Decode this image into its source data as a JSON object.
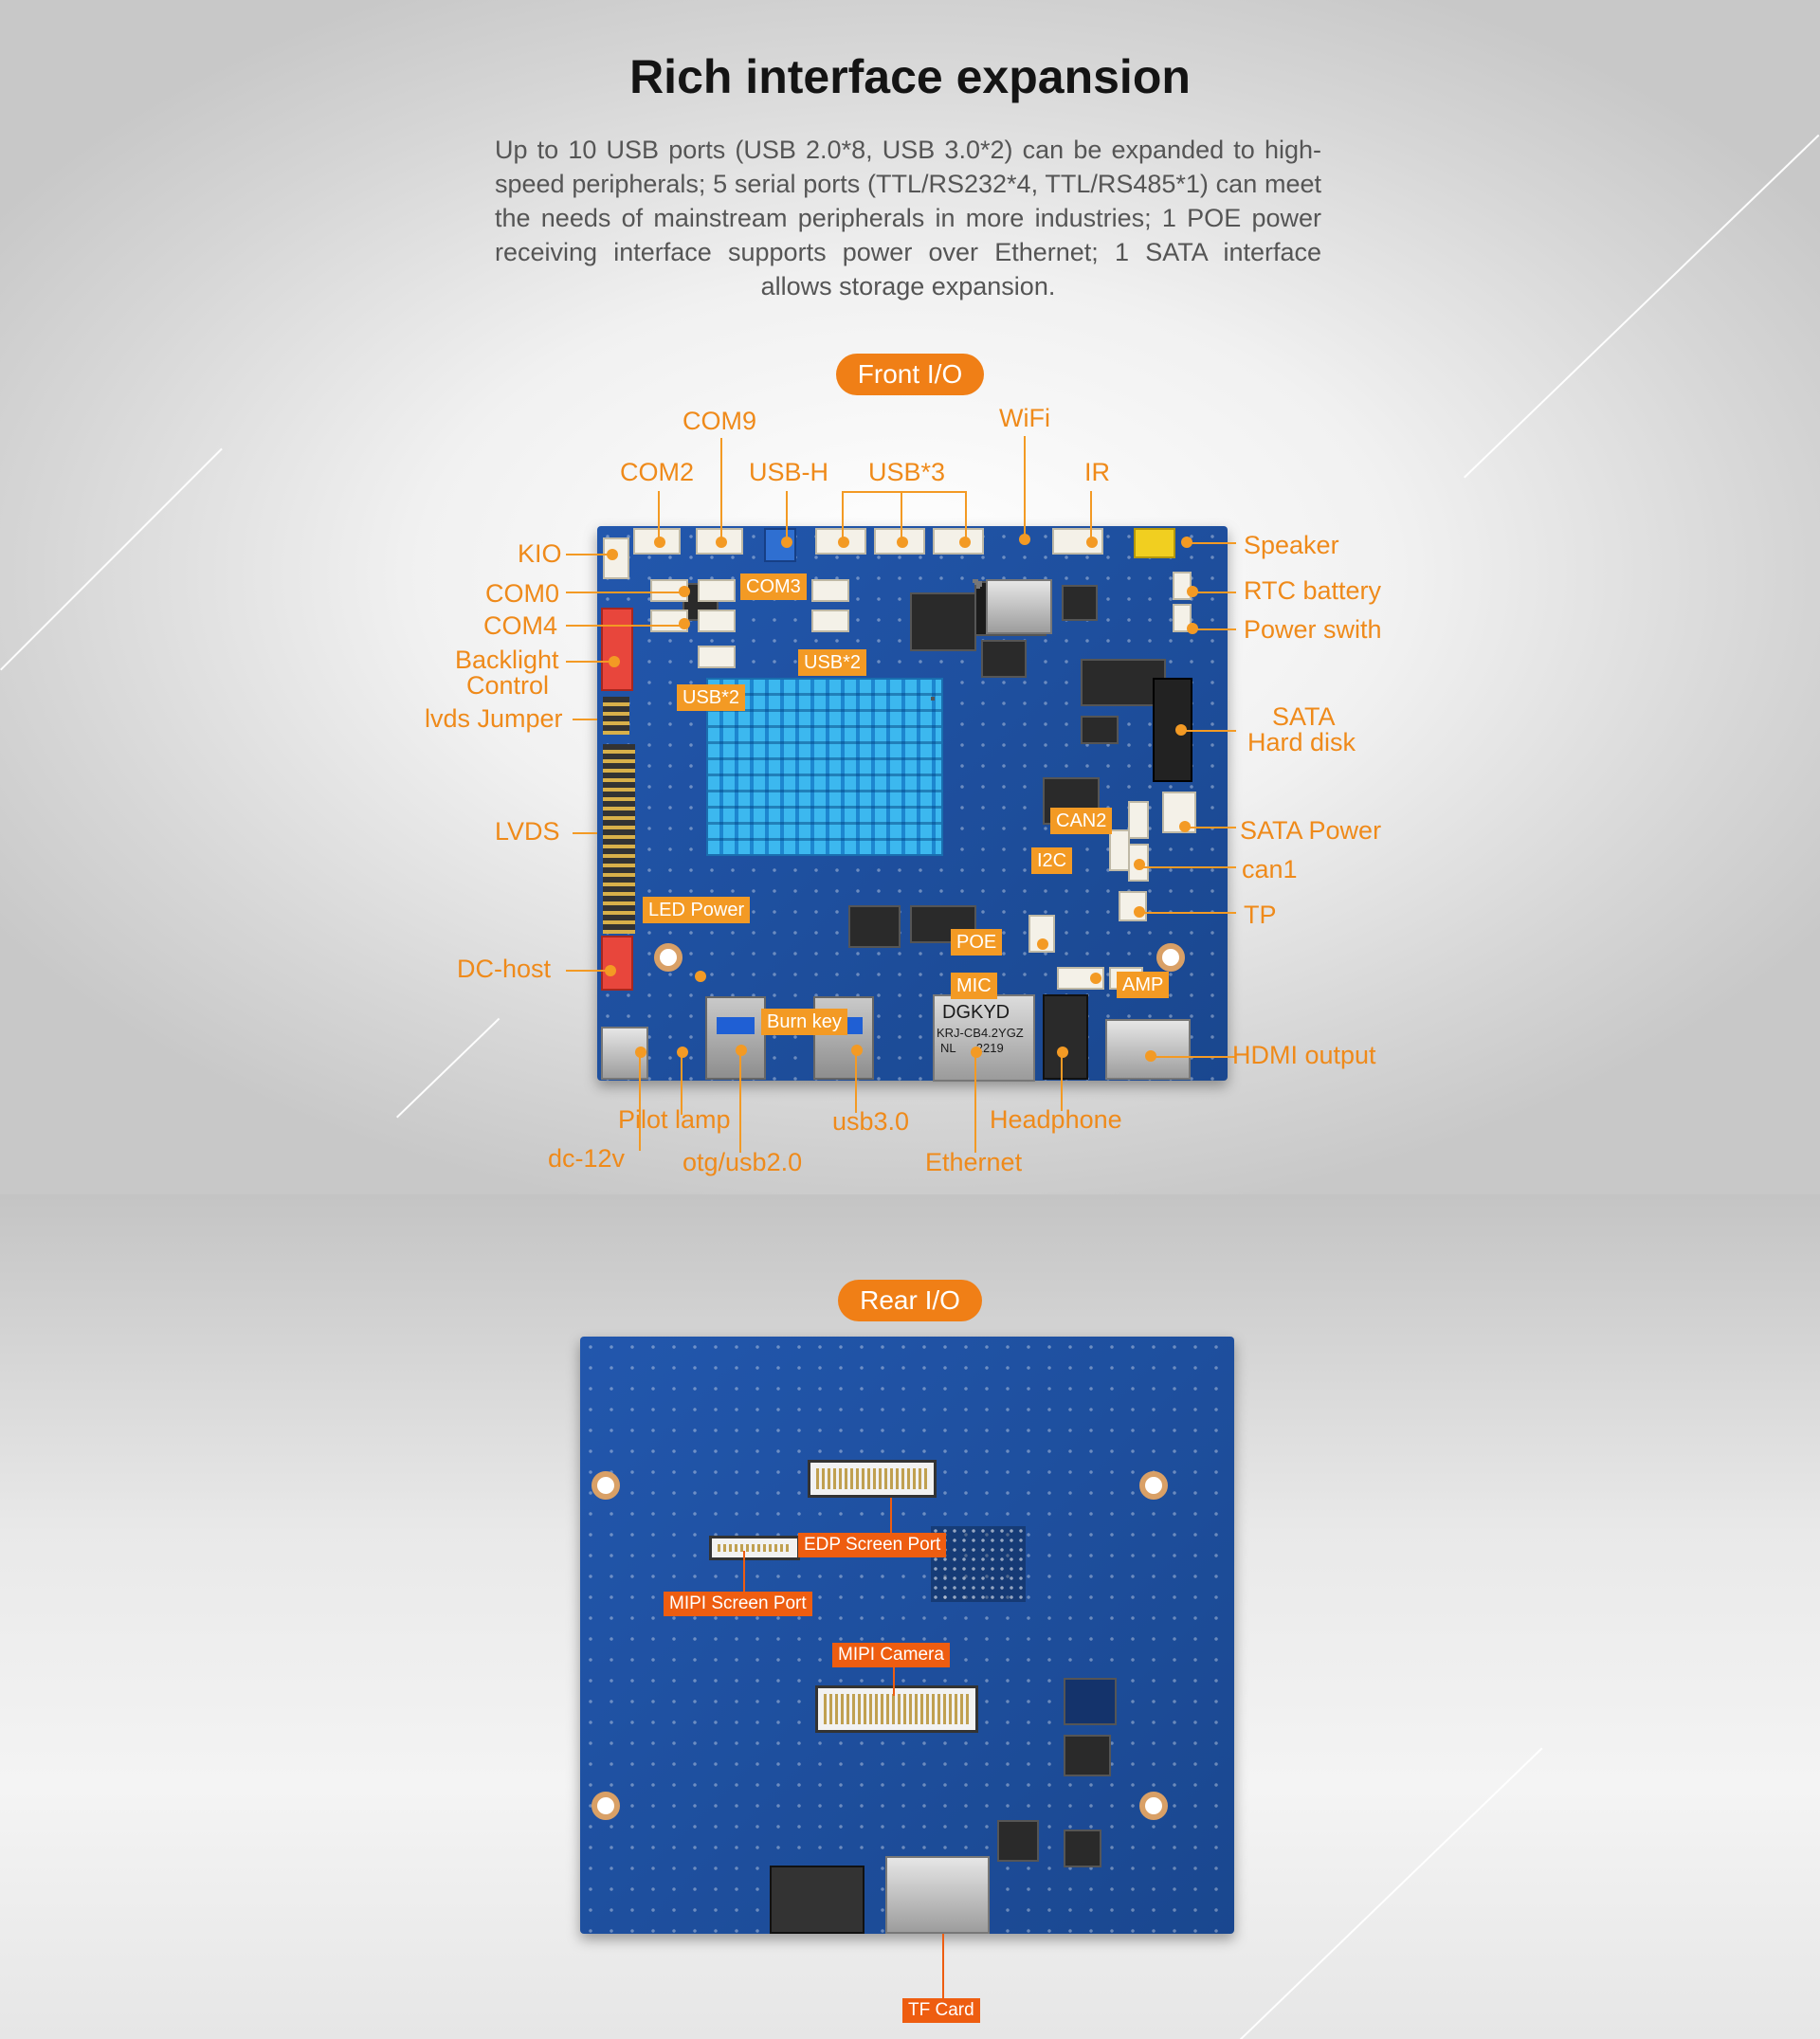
{
  "header": {
    "title": "Rich interface expansion",
    "description": "Up to 10 USB ports (USB 2.0*8, USB 3.0*2) can be expanded to high-speed peripherals; 5 serial ports (TTL/RS232*4, TTL/RS485*1) can meet the needs of mainstream peripherals in more industries; 1 POE power receiving interface supports power over Ethernet; 1 SATA interface allows storage expansion."
  },
  "front": {
    "section_label": "Front I/O",
    "labels": {
      "com9": "COM9",
      "wifi": "WiFi",
      "com2": "COM2",
      "usb_h": "USB-H",
      "usb3x": "USB*3",
      "ir": "IR",
      "kio": "KIO",
      "com0": "COM0",
      "com4": "COM4",
      "backlight": "Backlight",
      "control": "Control",
      "lvds_jumper": "lvds Jumper",
      "lvds": "LVDS",
      "dc_host": "DC-host",
      "speaker": "Speaker",
      "rtc": "RTC battery",
      "power": "Power swith",
      "sata": "SATA",
      "hard_disk": "Hard disk",
      "sata_power": "SATA Power",
      "can1": "can1",
      "tp": "TP",
      "hdmi": "HDMI output",
      "pilot": "Pilot lamp",
      "usb30": "usb3.0",
      "headphone": "Headphone",
      "dc12v": "dc-12v",
      "otg": "otg/usb2.0",
      "ethernet": "Ethernet"
    },
    "tags": {
      "com3": "COM3",
      "usb2_a": "USB*2",
      "usb2_b": "USB*2",
      "can2": "CAN2",
      "i2c": "I2C",
      "led_power": "LED Power",
      "poe": "POE",
      "mic": "MIC",
      "amp": "AMP",
      "burn_key": "Burn key"
    },
    "ethernet_text": {
      "line1": "DGKYD",
      "line2": "KRJ-CB4.2YGZ",
      "line3": "NL      2219"
    }
  },
  "rear": {
    "section_label": "Rear I/O",
    "tags": {
      "edp": "EDP Screen Port",
      "mipi_screen": "MIPI Screen Port",
      "mipi_camera": "MIPI Camera",
      "tf_card": "TF Card"
    }
  },
  "colors": {
    "accent": "#f07f16",
    "label": "#ef8a1a",
    "board": "#1d4f9e",
    "title": "#141414"
  }
}
